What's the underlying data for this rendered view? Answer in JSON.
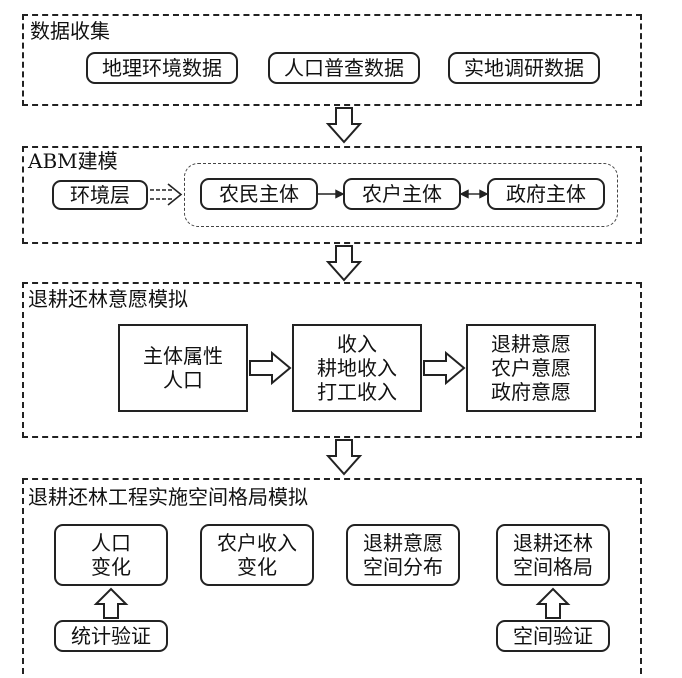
{
  "sections": {
    "s1": {
      "title": "数据收集",
      "boxes": [
        "地理环境数据",
        "人口普查数据",
        "实地调研数据"
      ]
    },
    "s2": {
      "title": "ABM建模",
      "env": "环境层",
      "agents": [
        "农民主体",
        "农户主体",
        "政府主体"
      ]
    },
    "s3": {
      "title": "退耕还林意愿模拟",
      "inputs": "主体属性\n人口",
      "income": "收入\n耕地收入\n打工收入",
      "output": "退耕意愿\n农户意愿\n政府意愿"
    },
    "s4": {
      "title": "退耕还林工程实施空间格局模拟",
      "results": [
        "人口\n变化",
        "农户收入\n变化",
        "退耕意愿\n空间分布",
        "退耕还林\n空间格局"
      ],
      "validation": [
        "统计验证",
        "空间验证"
      ]
    }
  }
}
